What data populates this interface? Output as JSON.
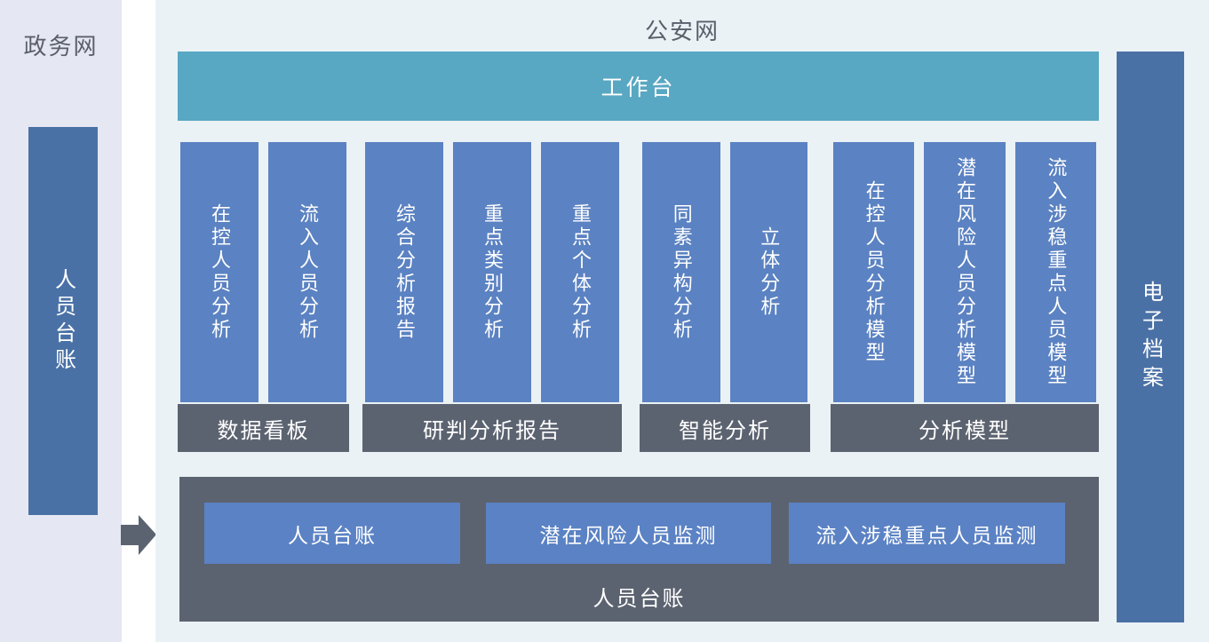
{
  "colors": {
    "left_panel_bg": "#e5e8f2",
    "main_panel_bg": "#eaf2f6",
    "workbench_bg": "#58a7c3",
    "module_bar_blue": "#5b82c2",
    "side_bar_blue": "#4a71a6",
    "slate_gray": "#5c6370",
    "title_text": "#5a606b"
  },
  "left_panel": {
    "title": "政务网",
    "bar_label": "人员台账"
  },
  "main_panel": {
    "title": "公安网",
    "workbench_label": "工作台",
    "right_bar_label": "电子档案",
    "groups": [
      {
        "label": "数据看板",
        "bars": [
          "在控人员分析",
          "流入人员分析"
        ]
      },
      {
        "label": "研判分析报告",
        "bars": [
          "综合分析报告",
          "重点类别分析",
          "重点个体分析"
        ]
      },
      {
        "label": "智能分析",
        "bars": [
          "同素异构分析",
          "立体分析"
        ]
      },
      {
        "label": "分析模型",
        "bars": [
          "在控人员分析模型",
          "潜在风险人员分析模型",
          "流入涉稳重点人员模型"
        ]
      }
    ],
    "bottom_panel": {
      "label": "人员台账",
      "buttons": [
        "人员台账",
        "潜在风险人员监测",
        "流入涉稳重点人员监测"
      ]
    }
  }
}
